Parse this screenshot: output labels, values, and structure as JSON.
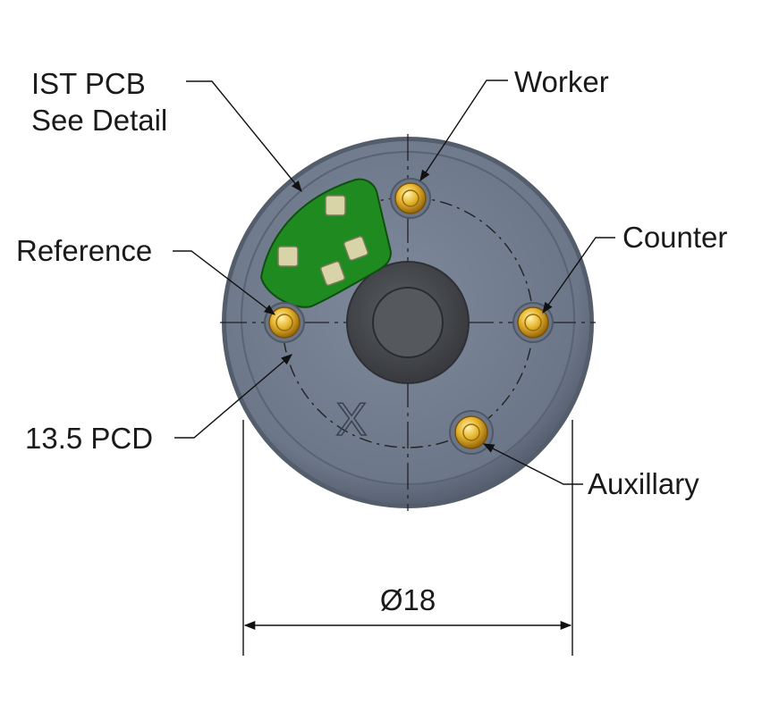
{
  "labels": {
    "ist_pcb_line1": "IST PCB",
    "ist_pcb_line2": "See Detail",
    "worker": "Worker",
    "reference": "Reference",
    "counter": "Counter",
    "pcd": "13.5 PCD",
    "auxillary": "Auxillary",
    "diameter": "Ø18",
    "face_mark": "X"
  },
  "colors": {
    "body": "#5f6878",
    "face": "#707b8d",
    "pcb": "#1e8a1e",
    "pad": "#d9d3a8",
    "electrode_gold": "#d9a520",
    "core": "#4a4d52",
    "line": "#111111"
  }
}
